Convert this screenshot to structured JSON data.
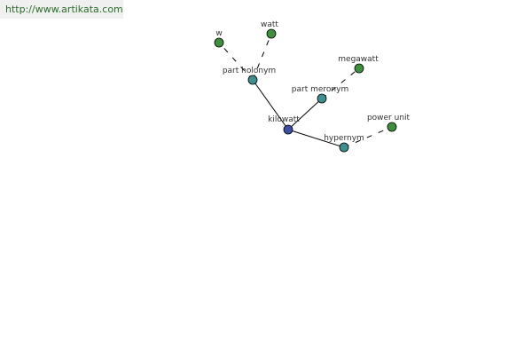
{
  "source_link": "http://www.artikata.com",
  "colors": {
    "link_text": "#2b6a2b",
    "banner_bg": "#f0f0f0",
    "center_node": "#3f4fa0",
    "relation_node": "#3f8f8f",
    "term_node": "#3f8f3f",
    "edge": "#000000"
  },
  "diagram": {
    "center": {
      "id": "kilowatt",
      "label": "kilowatt"
    },
    "relations": [
      {
        "id": "part-holonym",
        "label": "part holonym"
      },
      {
        "id": "part-meronym",
        "label": "part meronym"
      },
      {
        "id": "hypernym",
        "label": "hypernym"
      }
    ],
    "terms": [
      {
        "id": "w",
        "label": "w",
        "relation": "part-holonym"
      },
      {
        "id": "watt",
        "label": "watt",
        "relation": "part-holonym"
      },
      {
        "id": "megawatt",
        "label": "megawatt",
        "relation": "part-meronym"
      },
      {
        "id": "power-unit",
        "label": "power unit",
        "relation": "hypernym"
      }
    ]
  }
}
